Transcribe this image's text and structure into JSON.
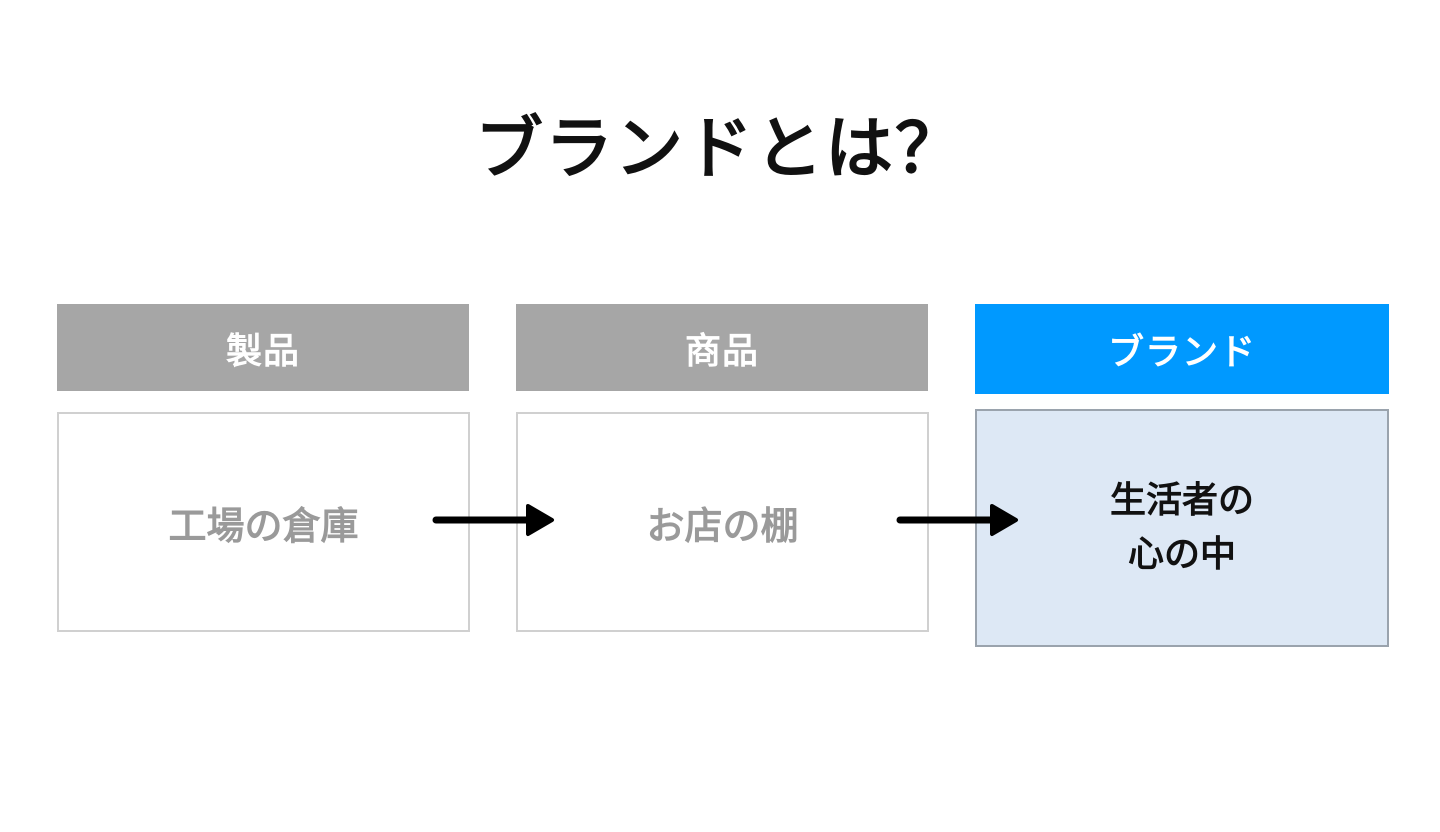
{
  "title": "ブランドとは？",
  "columns": [
    {
      "header": "製品",
      "content": "工場の倉庫"
    },
    {
      "header": "商品",
      "content": "お店の棚"
    },
    {
      "header": "ブランド",
      "content_lines": [
        "生活者の",
        "心の中"
      ]
    }
  ],
  "colors": {
    "muted_header": "#a6a6a6",
    "accent_header": "#0099ff",
    "accent_box": "#dde8f5",
    "muted_text": "#9a9a9a"
  }
}
